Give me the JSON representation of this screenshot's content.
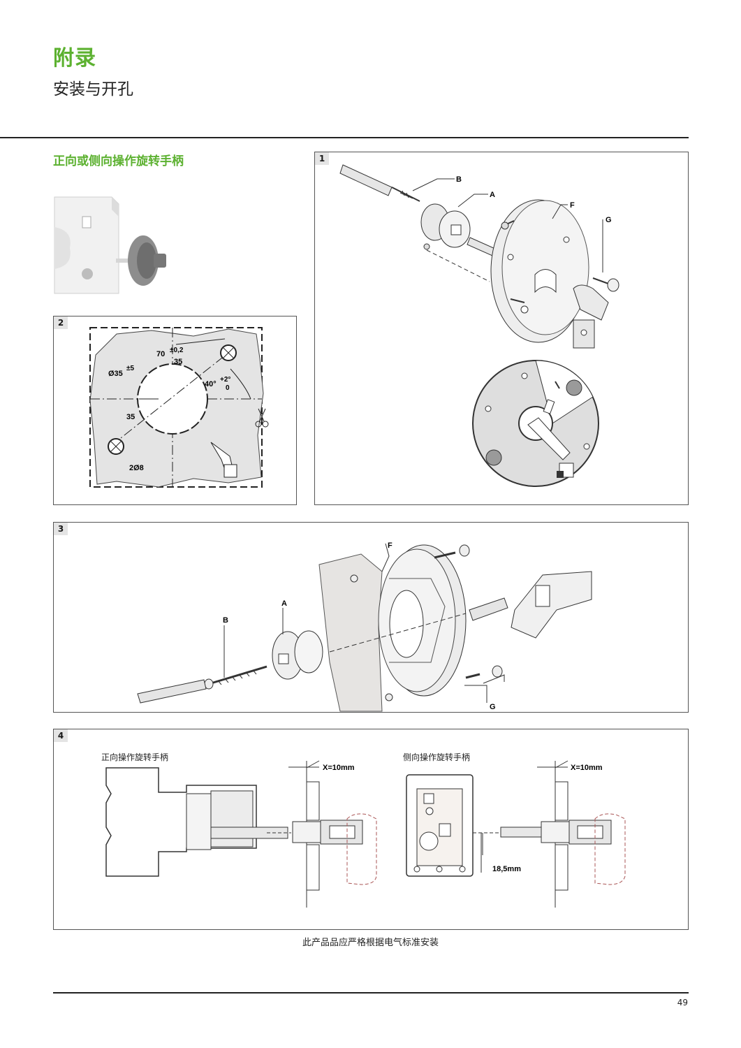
{
  "header": {
    "title": "附录",
    "subtitle": "安装与开孔"
  },
  "section": {
    "heading": "正向或侧向操作旋转手柄"
  },
  "panels": {
    "p1": {
      "number": "1",
      "labels": {
        "b": "B",
        "a": "A",
        "f": "F",
        "g": "G"
      }
    },
    "p2": {
      "number": "2",
      "dims": {
        "dim70": "70",
        "dim70_tol": "±0,2",
        "dim35_top": "35",
        "dia35": "Ø35",
        "dia35_tol": "±5",
        "angle": "40°",
        "angle_tol_plus": "+2°",
        "angle_tol_zero": "0",
        "dim35_bottom": "35",
        "holes": "2Ø8"
      }
    },
    "p3": {
      "number": "3",
      "labels": {
        "f": "F",
        "a": "A",
        "b": "B",
        "g": "G"
      }
    },
    "p4": {
      "number": "4",
      "front_caption": "正向操作旋转手柄",
      "side_caption": "侧向操作旋转手柄",
      "x_label_1": "X=10mm",
      "x_label_2": "X=10mm",
      "offset_label": "18,5mm"
    }
  },
  "footer": {
    "note": "此产品品应严格根据电气标准安装",
    "page_number": "49"
  },
  "colors": {
    "accent_green": "#5cb130",
    "line": "#222222",
    "part_fill": "#e8e6e4"
  }
}
